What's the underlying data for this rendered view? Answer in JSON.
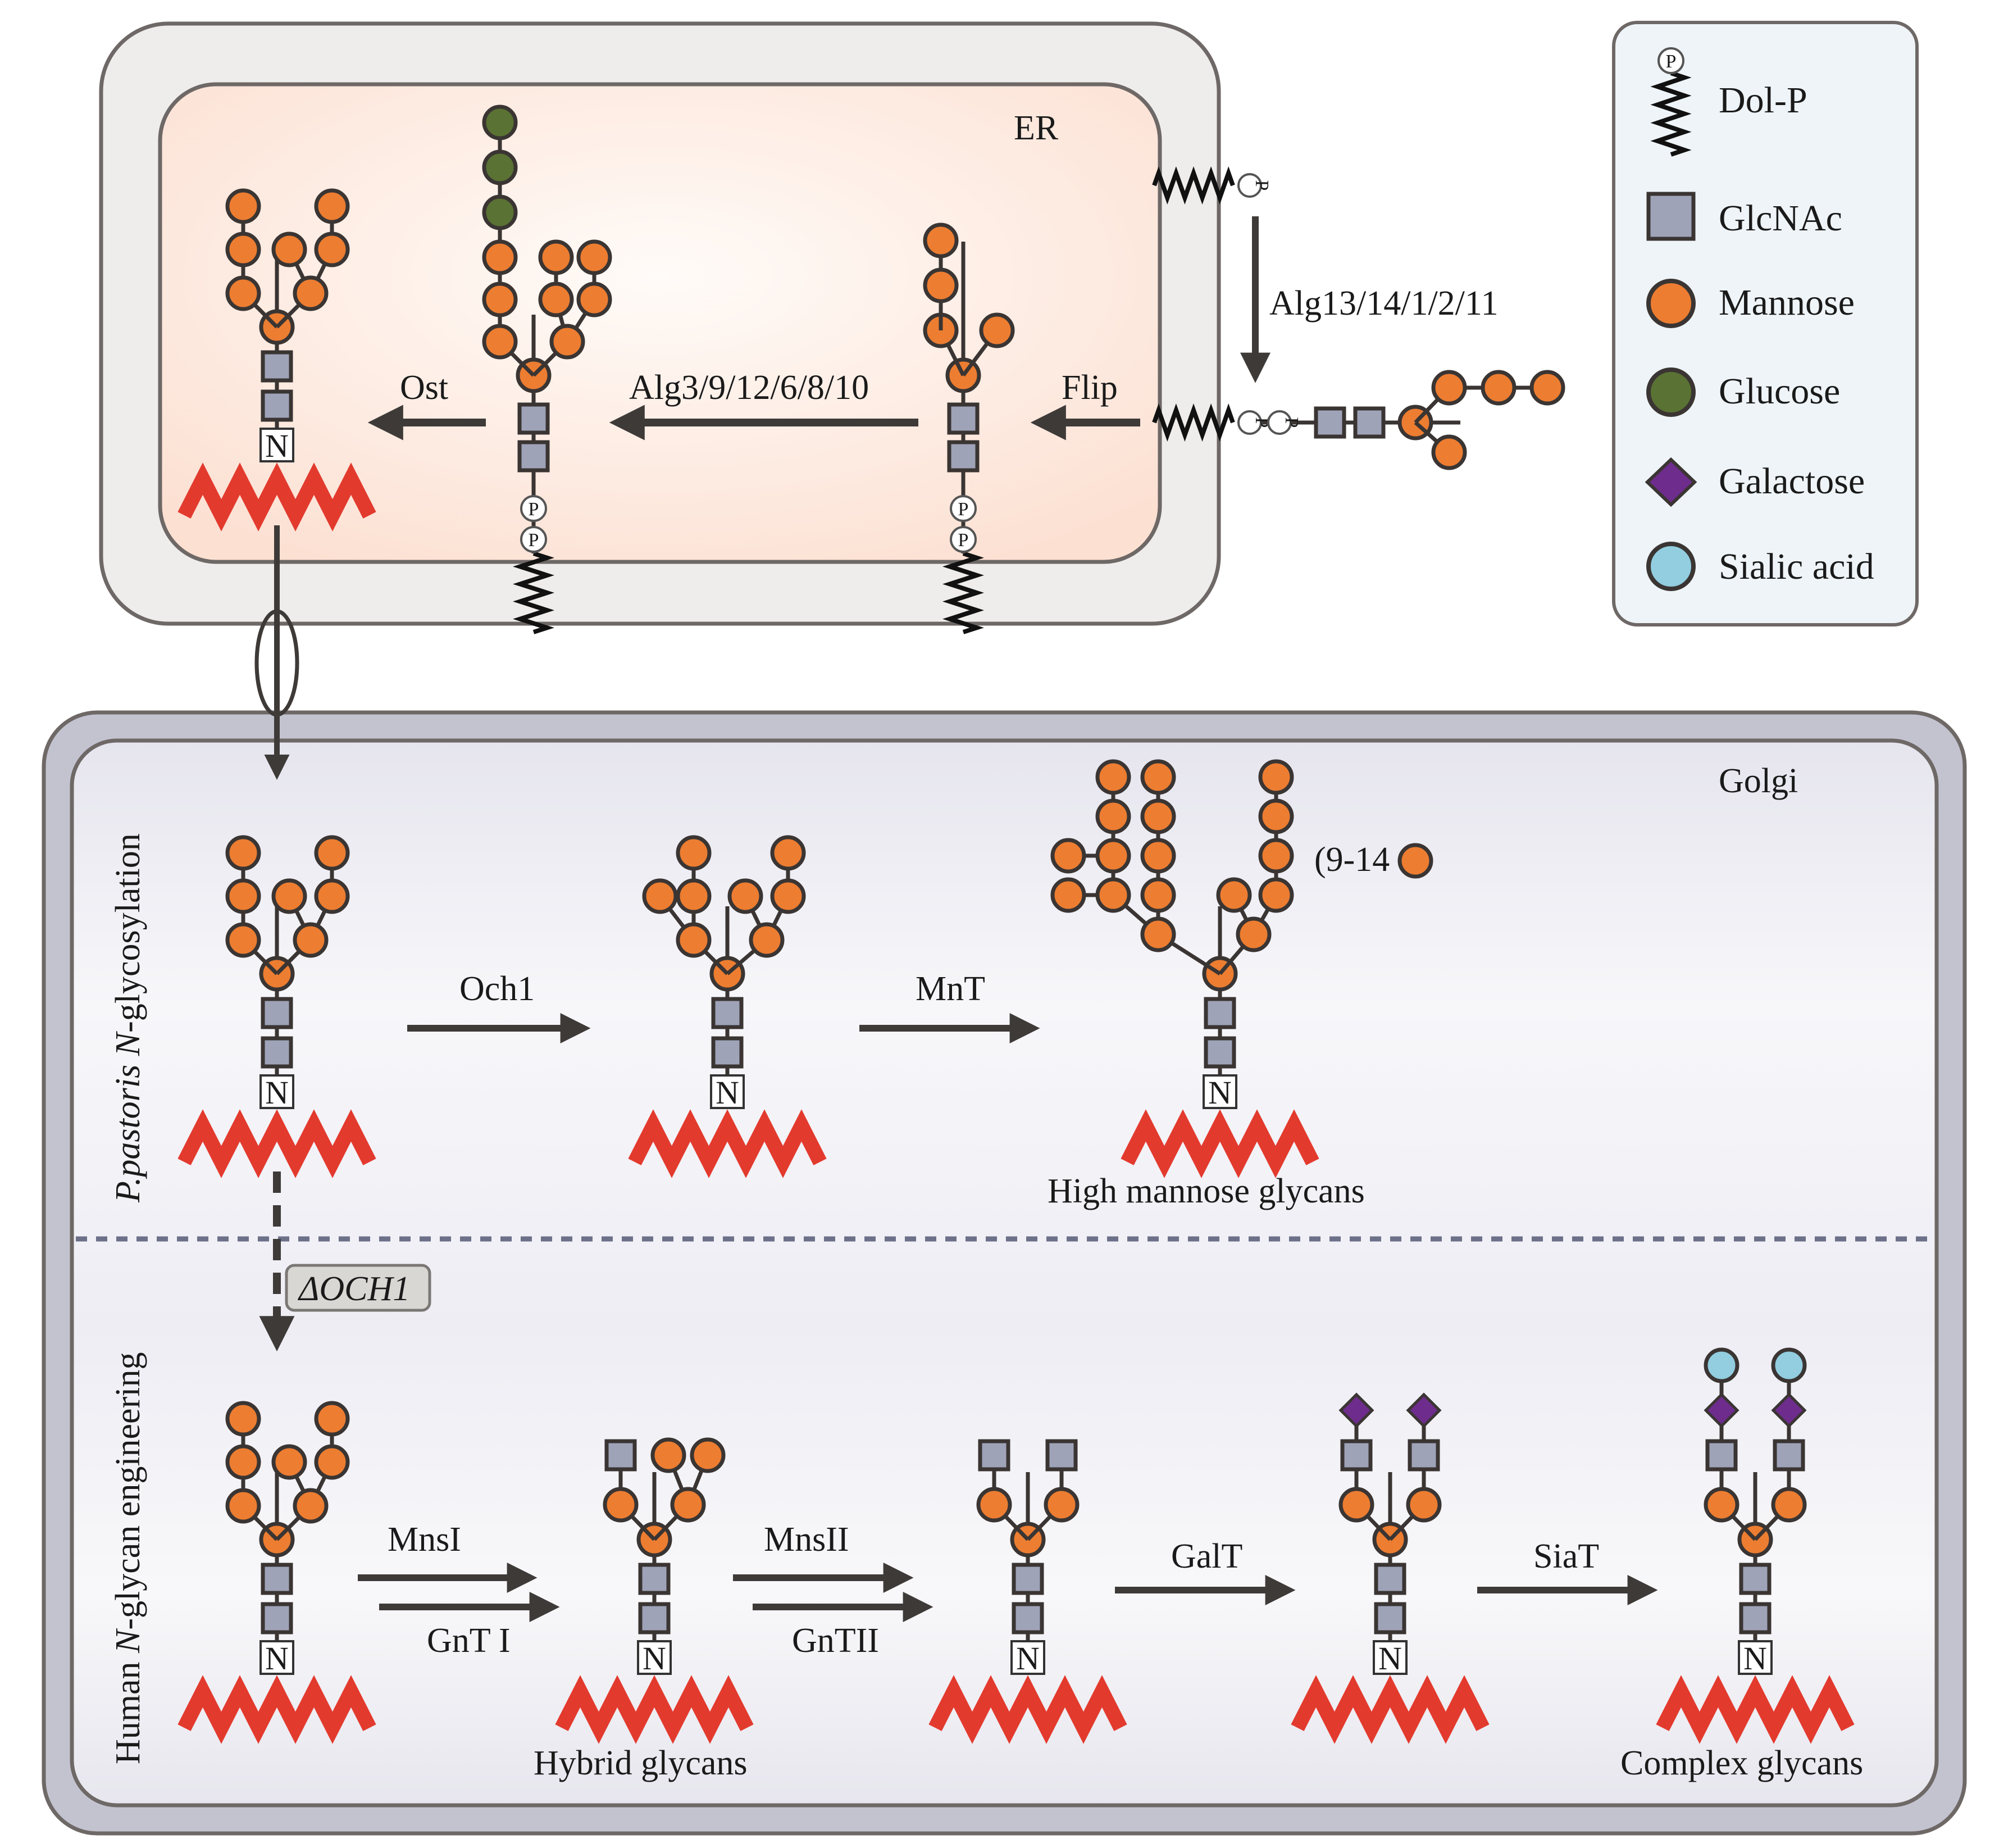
{
  "compartments": {
    "er_label": "ER",
    "golgi_label": "Golgi",
    "section_top_label_prefix": "P.pastoris ",
    "section_top_label_italic": "N",
    "section_top_label_suffix": "-glycosylation",
    "section_bottom_label_prefix": "Human ",
    "section_bottom_label_italic": "N",
    "section_bottom_label_suffix": "-glycan engineering"
  },
  "legend": {
    "items": [
      {
        "symbol": "dol-p",
        "label": "Dol-P"
      },
      {
        "symbol": "glcnac-square",
        "label": "GlcNAc"
      },
      {
        "symbol": "mannose-circle",
        "label": "Mannose"
      },
      {
        "symbol": "glucose-circle",
        "label": "Glucose"
      },
      {
        "symbol": "galactose-diamond",
        "label": "Galactose"
      },
      {
        "symbol": "sialic-acid-circle",
        "label": "Sialic acid"
      }
    ]
  },
  "er_steps": {
    "alg_first": "Alg13/14/1/2/11",
    "flip": "Flip",
    "alg_second": "Alg3/9/12/6/8/10",
    "ost": "Ost"
  },
  "golgi_steps": {
    "och1": "Och1",
    "mnt": "MnT",
    "high_mannose_count": "(9-14",
    "high_mannose_count_close": ")",
    "high_mannose_label": "High mannose glycans",
    "delta_och1": "ΔOCH1",
    "mns1": "MnsI",
    "gnt1": "GnT I",
    "hybrid_label": "Hybrid glycans",
    "mns2": "MnsII",
    "gnt2": "GnTII",
    "galt": "GalT",
    "siat": "SiaT",
    "complex_label": "Complex glycans"
  },
  "symbols": {
    "phosphate": "P",
    "asparagine": "N"
  },
  "colors": {
    "mannose": "#ED7D31",
    "glucose": "#5A7233",
    "glcnac": "#9FA3B8",
    "galactose": "#6E2C8C",
    "sialic": "#92CDE0",
    "peptide": "#E33A2E",
    "outline": "#3A3533",
    "er_outer": "#EFEDEB",
    "er_inner": "#FCE4D8",
    "golgi_outer": "#C3C3D0",
    "golgi_inner": "#ECEBF2",
    "legend_bg": "#EEF4F7"
  }
}
